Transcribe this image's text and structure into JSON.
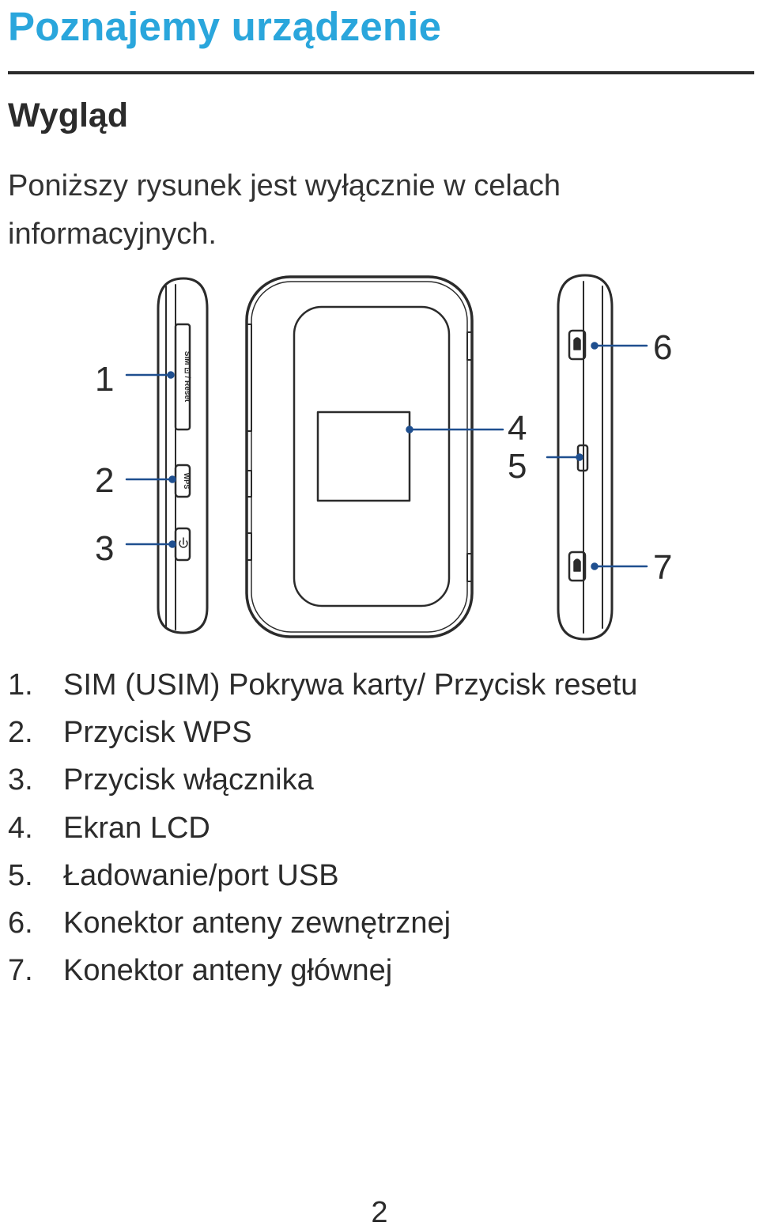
{
  "document": {
    "title": "Poznajemy urządzenie",
    "section_title": "Wygląd",
    "intro": "Poniższy rysunek jest wyłącznie w celach informacyjnych.",
    "page_number": "2"
  },
  "figure": {
    "callouts": [
      "1",
      "2",
      "3",
      "4",
      "5",
      "6",
      "7"
    ],
    "side_labels": {
      "sim_reset": "SIM ⊡ / Reset",
      "wps": "WPS"
    }
  },
  "legend": [
    {
      "num": "1.",
      "text": "SIM (USIM) Pokrywa karty/ Przycisk resetu"
    },
    {
      "num": "2.",
      "text": "Przycisk WPS"
    },
    {
      "num": "3.",
      "text": "Przycisk włącznika"
    },
    {
      "num": "4.",
      "text": "Ekran LCD"
    },
    {
      "num": "5.",
      "text": "Ładowanie/port USB"
    },
    {
      "num": "6.",
      "text": "Konektor anteny zewnętrznej"
    },
    {
      "num": "7.",
      "text": "Konektor anteny głównej"
    }
  ],
  "colors": {
    "title": "#2aa6dc",
    "text": "#2b2b2b",
    "callout_line": "#1f4f8f"
  },
  "icons": {
    "power": "power-icon",
    "antenna": "antenna-connector-icon"
  }
}
